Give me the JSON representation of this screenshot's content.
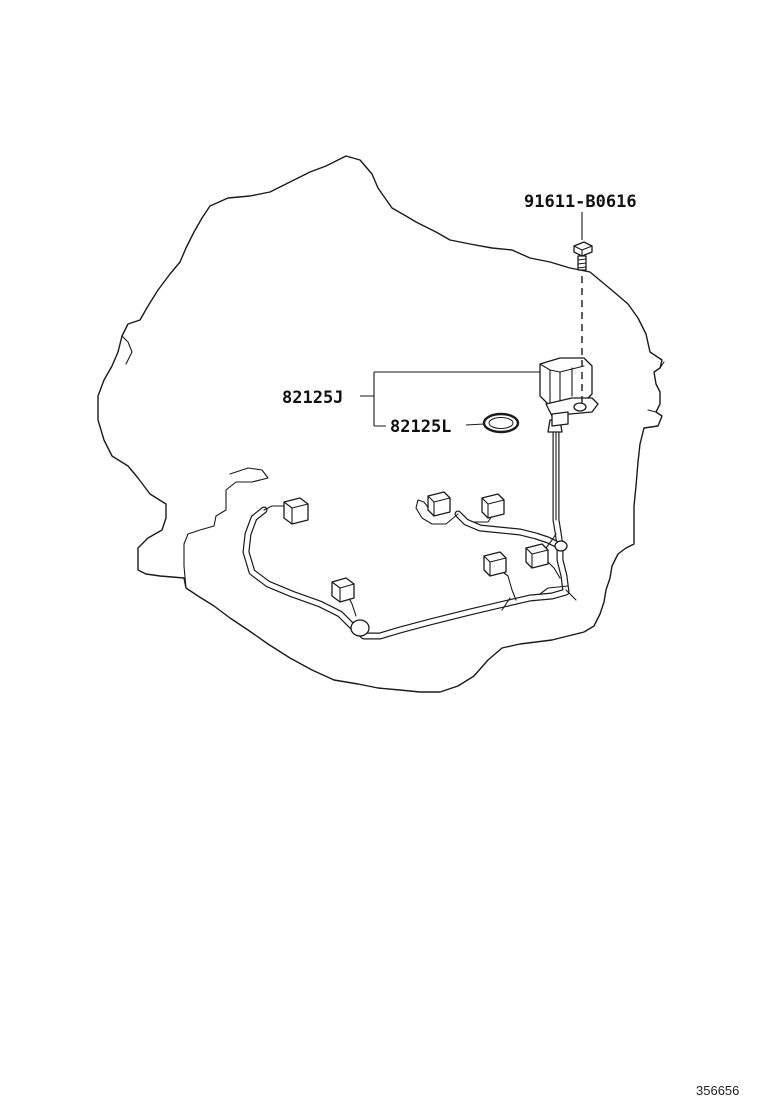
{
  "callouts": {
    "bolt": "91611-B0616",
    "sensor": "82125J",
    "oring": "82125L"
  },
  "image_id": "356656"
}
